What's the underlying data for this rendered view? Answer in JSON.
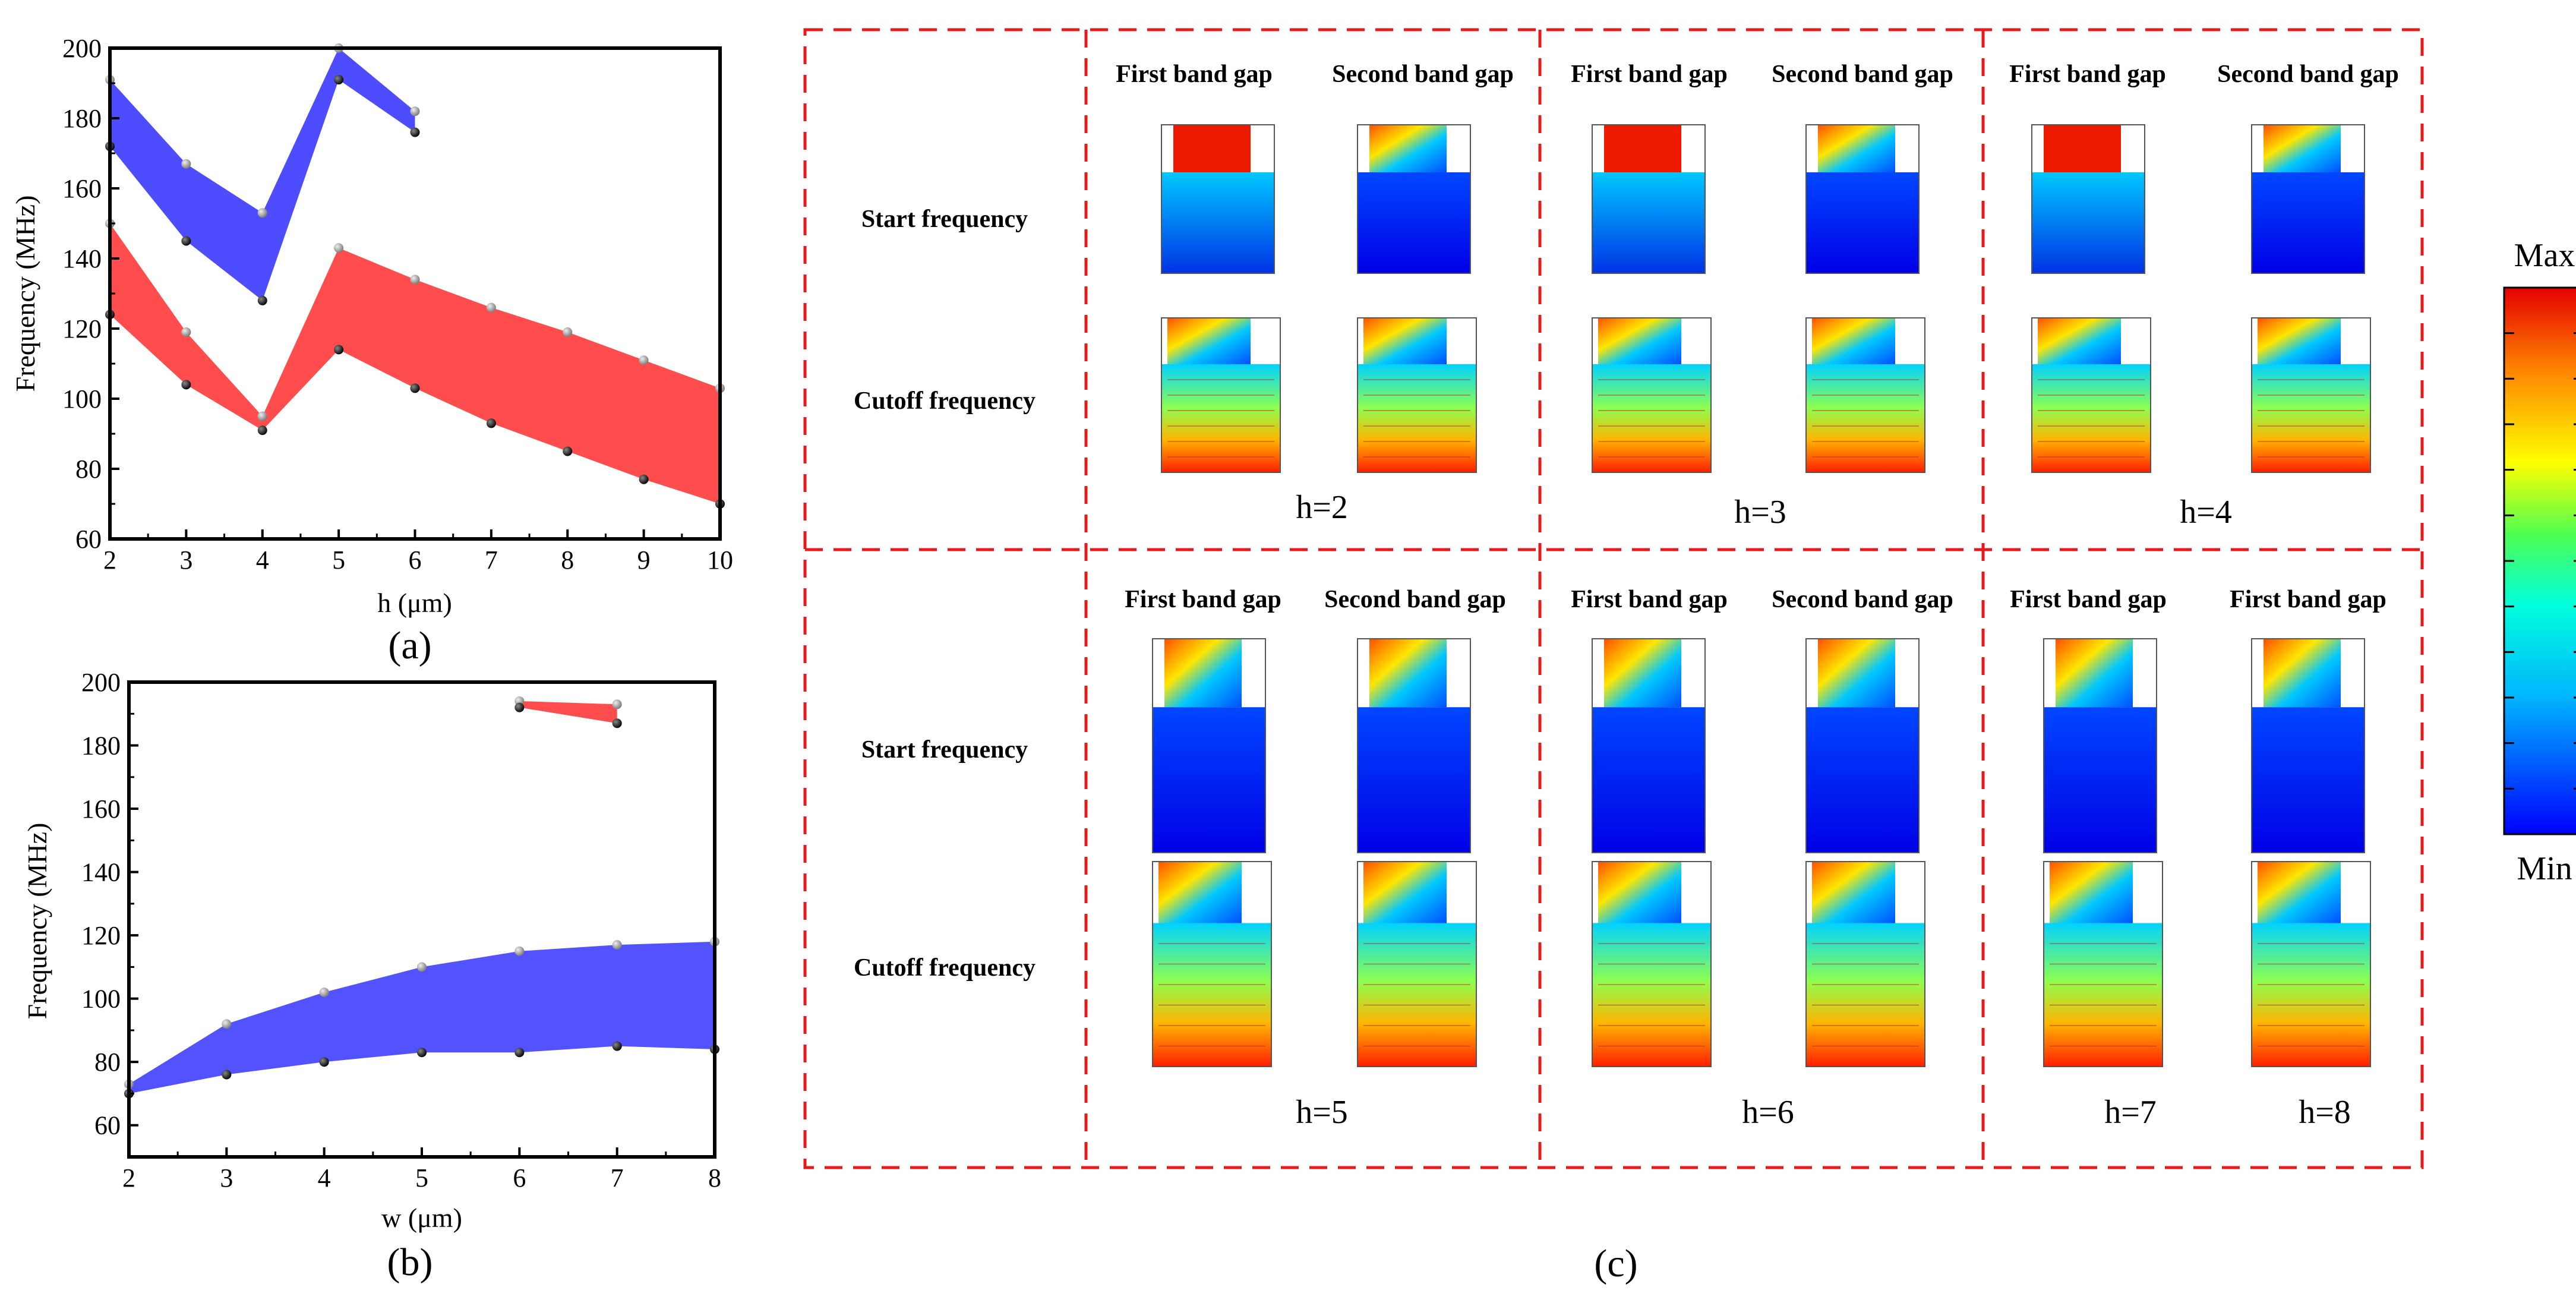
{
  "chart_data": [
    {
      "id": "a",
      "type": "area",
      "panel_label": "(a)",
      "xlabel": "h (μm)",
      "ylabel": "Frequency (MHz)",
      "xlim": [
        2,
        10
      ],
      "ylim": [
        60,
        200
      ],
      "xticks": [
        "2",
        "3",
        "4",
        "5",
        "6",
        "7",
        "8",
        "9",
        "10"
      ],
      "yticks": [
        "60",
        "80",
        "100",
        "120",
        "140",
        "160",
        "180",
        "200"
      ],
      "grid": false,
      "legend": "none",
      "series": [
        {
          "color": "#ff4d4d",
          "x": [
            2,
            3,
            4,
            5,
            6,
            7,
            8,
            9,
            10
          ],
          "upper": [
            150,
            119,
            95,
            143,
            134,
            126,
            119,
            111,
            103
          ],
          "lower": [
            124,
            104,
            91,
            114,
            103,
            93,
            85,
            77,
            70
          ]
        },
        {
          "color": "#4d4dff",
          "x": [
            2,
            3,
            4,
            5,
            6
          ],
          "upper": [
            191,
            167,
            153,
            200,
            182
          ],
          "lower": [
            172,
            145,
            128,
            191,
            176
          ]
        }
      ]
    },
    {
      "id": "b",
      "type": "area",
      "panel_label": "(b)",
      "xlabel": "w (μm)",
      "ylabel": "Frequency (MHz)",
      "xlim": [
        2,
        8
      ],
      "ylim": [
        50,
        200
      ],
      "xticks": [
        "2",
        "3",
        "4",
        "5",
        "6",
        "7",
        "8"
      ],
      "yticks": [
        "60",
        "80",
        "100",
        "120",
        "140",
        "160",
        "180",
        "200"
      ],
      "grid": false,
      "legend": "none",
      "series": [
        {
          "color": "#5252ff",
          "x": [
            2,
            3,
            4,
            5,
            6,
            7,
            8
          ],
          "upper": [
            73,
            92,
            102,
            110,
            115,
            117,
            118
          ],
          "lower": [
            70,
            76,
            80,
            83,
            83,
            85,
            84
          ]
        },
        {
          "color": "#ff4d4d",
          "x": [
            6,
            7
          ],
          "upper": [
            194,
            193
          ],
          "lower": [
            192,
            187
          ]
        }
      ]
    }
  ],
  "panel_c": {
    "label": "(c)",
    "row_headers": {
      "start": "Start frequency",
      "cutoff": "Cutoff frequency"
    },
    "top_groups": [
      {
        "headers": [
          "First band gap",
          "Second band gap"
        ],
        "caption": "h=2"
      },
      {
        "headers": [
          "First band gap",
          "Second band gap"
        ],
        "caption": "h=3"
      },
      {
        "headers": [
          "First band gap",
          "Second band gap"
        ],
        "caption": "h=4"
      }
    ],
    "bottom_groups": [
      {
        "headers": [
          "First band gap",
          "Second band gap"
        ],
        "caption": "h=5"
      },
      {
        "headers": [
          "First band gap",
          "Second band gap"
        ],
        "caption": "h=6"
      },
      {
        "headers": [
          "First band gap",
          "First band gap"
        ],
        "captions": [
          "h=7",
          "h=8"
        ]
      }
    ]
  },
  "colorbar": {
    "max_label": "Max",
    "min_label": "Min",
    "colors": [
      "#0000ff",
      "#00a0ff",
      "#00ffff",
      "#3cff8c",
      "#c8ff00",
      "#ffff00",
      "#ff9600",
      "#ff0000"
    ]
  }
}
